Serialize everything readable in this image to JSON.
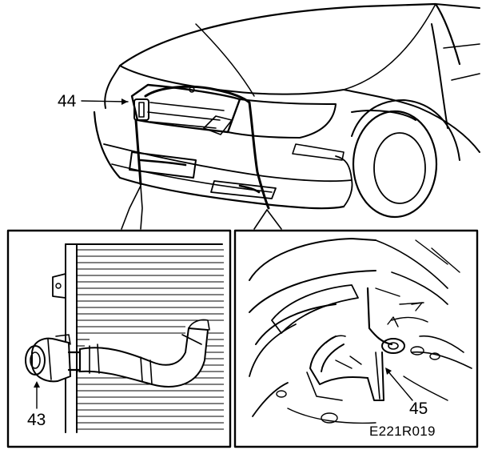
{
  "callouts": {
    "c44": "44",
    "c43": "43",
    "c45": "45"
  },
  "figure_code": "E221R019",
  "colors": {
    "ink": "#000000",
    "paper": "#ffffff"
  }
}
